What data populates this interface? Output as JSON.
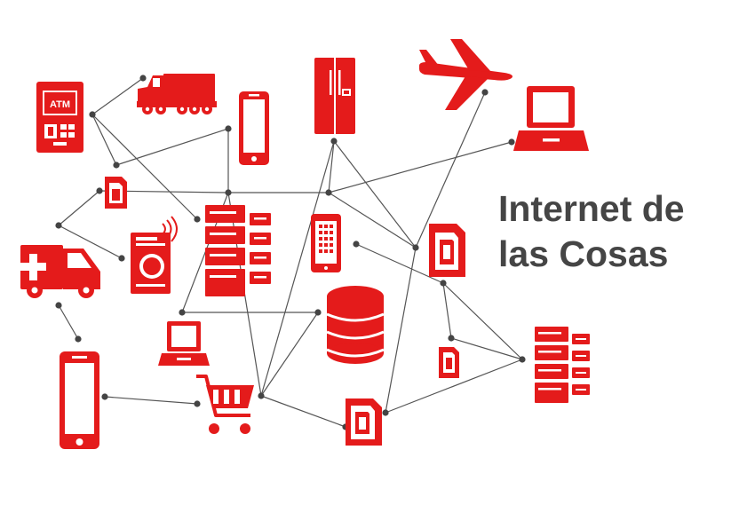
{
  "title": {
    "line1": "Internet de",
    "line2": "las Cosas"
  },
  "device_labels": {
    "atm": "ATM"
  },
  "colors": {
    "device": "#e41b1b",
    "link": "#555555",
    "node": "#444444",
    "title": "#454545",
    "background": "#ffffff"
  },
  "devices": [
    "atm-icon",
    "truck-icon",
    "smartphone-icon",
    "refrigerator-icon",
    "airplane-icon",
    "laptop-icon",
    "sim-card-icon",
    "ambulance-icon",
    "washing-machine-icon",
    "server-rack-icon",
    "tablet-icon",
    "database-icon",
    "shopping-cart-icon"
  ]
}
